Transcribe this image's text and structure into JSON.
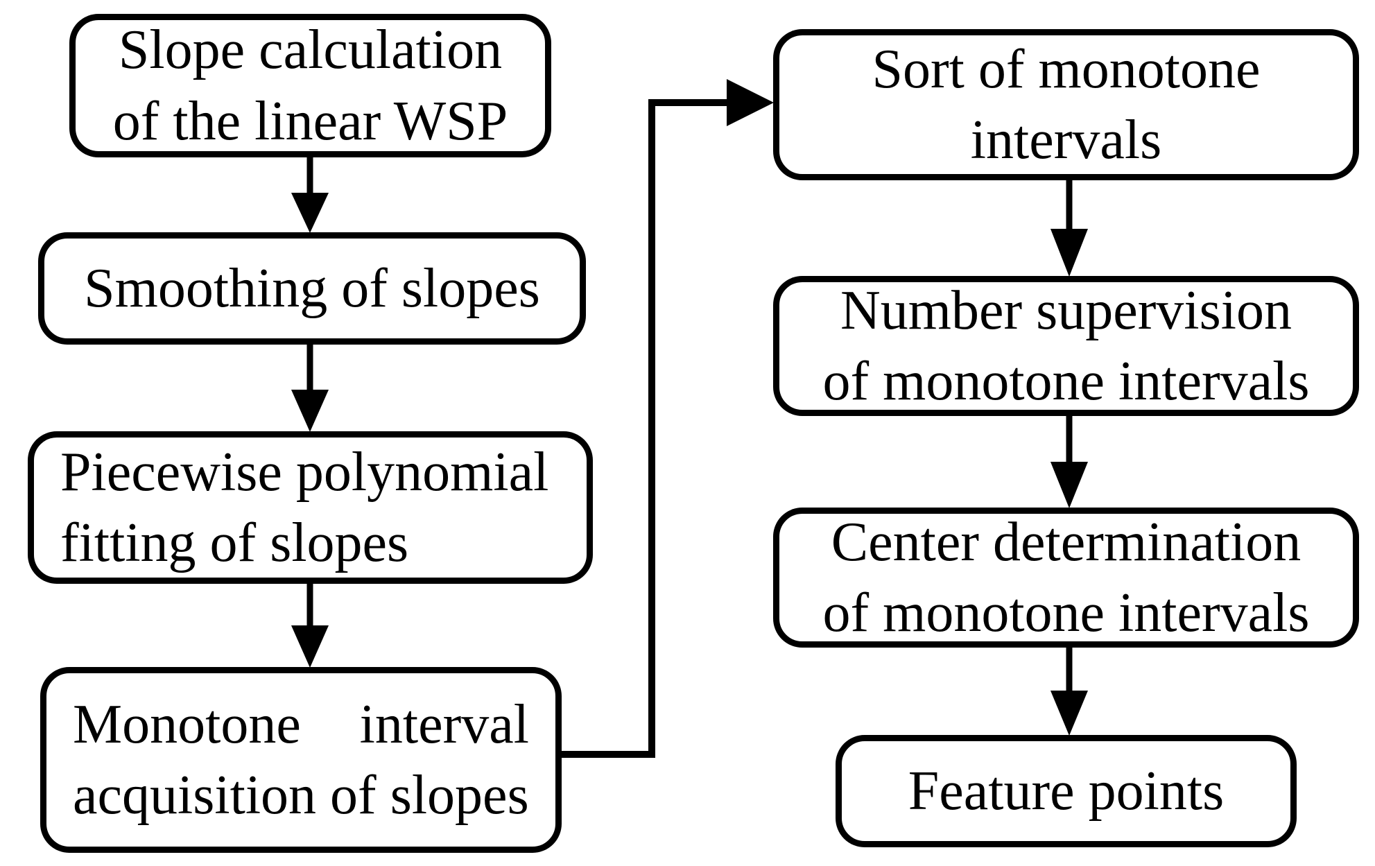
{
  "figure": {
    "type": "flowchart",
    "description": "Feature point extraction flowchart"
  },
  "colors": {
    "stroke": "#000000",
    "box_fill": "#ffffff",
    "background": "#ffffff",
    "text": "#000000"
  },
  "boxes": {
    "slope_calculation": {
      "line1": "Slope calculation",
      "line2": "of the linear WSP"
    },
    "smoothing": {
      "line1": "Smoothing of slopes"
    },
    "piecewise": {
      "line1": "Piecewise polynomial",
      "line2": "fitting of slopes"
    },
    "monotone_acquisition": {
      "word1": "Monotone",
      "word2": "interval",
      "line2": "acquisition of slopes"
    },
    "sort": {
      "line1": "Sort of monotone",
      "line2": "intervals"
    },
    "number_supervision": {
      "line1": "Number supervision",
      "line2": "of monotone intervals"
    },
    "center_determination": {
      "line1": "Center determination",
      "line2": "of monotone intervals"
    },
    "feature_points": {
      "line1": "Feature points"
    }
  }
}
